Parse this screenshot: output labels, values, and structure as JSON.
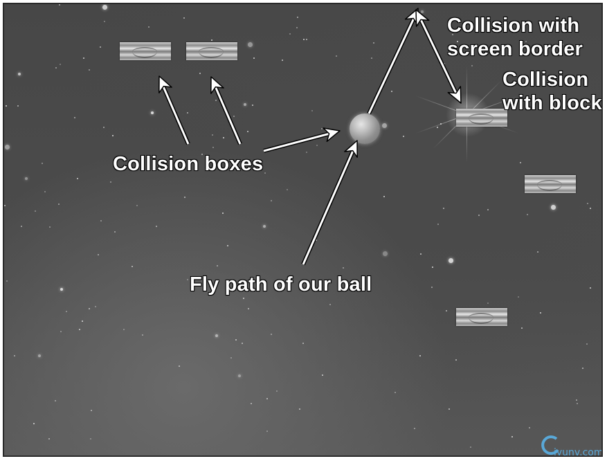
{
  "labels": {
    "collision_boxes": "Collision boxes",
    "fly_path": "Fly path of our ball",
    "screen_border_line1": "Collision with",
    "screen_border_line2": "screen border",
    "block_line1": "Collision",
    "block_line2": "with block"
  },
  "watermark": {
    "text": "iyunv.com"
  },
  "game": {
    "blocks": 5,
    "balls": 1
  },
  "colors": {
    "background": "#4a4a4a",
    "label": "#ffffff",
    "arrow_fill": "#ffffff",
    "arrow_stroke": "#000000",
    "watermark": "#59a8d8"
  }
}
